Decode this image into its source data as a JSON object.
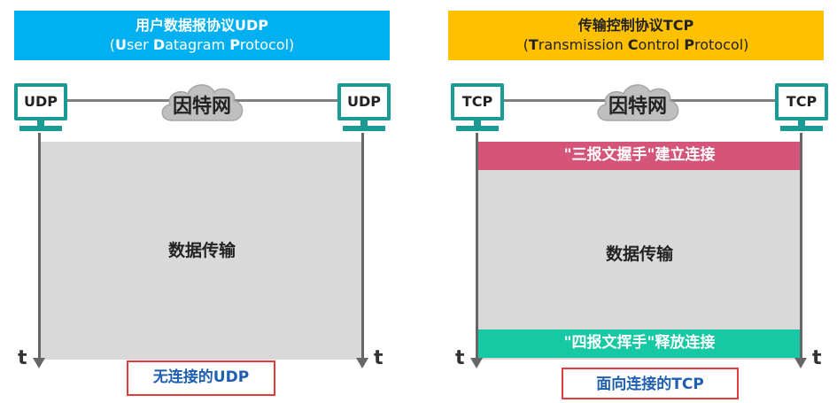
{
  "udp": {
    "title": "用户数据报协议UDP",
    "subtitle_parts": [
      "(",
      "U",
      "ser ",
      "D",
      "atagram ",
      "P",
      "rotocol)"
    ],
    "pc_left": "UDP",
    "pc_right": "UDP",
    "cloud": "因特网",
    "data_transfer": "数据传输",
    "time_left": "t",
    "time_right": "t",
    "caption": "无连接的UDP"
  },
  "tcp": {
    "title": "传输控制协议TCP",
    "subtitle_parts": [
      "(",
      "T",
      "ransmission ",
      "C",
      "ontrol ",
      "P",
      "rotocol)"
    ],
    "pc_left": "TCP",
    "pc_right": "TCP",
    "cloud": "因特网",
    "handshake": "\"三报文握手\"建立连接",
    "data_transfer": "数据传输",
    "teardown": "\"四报文挥手\"释放连接",
    "time_left": "t",
    "time_right": "t",
    "caption": "面向连接的TCP"
  },
  "colors": {
    "udp_banner": "#00b0f0",
    "tcp_banner": "#ffc000",
    "computer": "#1a9a93",
    "data_area": "#d9d9d9",
    "handshake_band": "#d4547a",
    "teardown_band": "#16c8a3",
    "caption_border": "#e23b3b",
    "caption_text": "#1f5fb0"
  }
}
